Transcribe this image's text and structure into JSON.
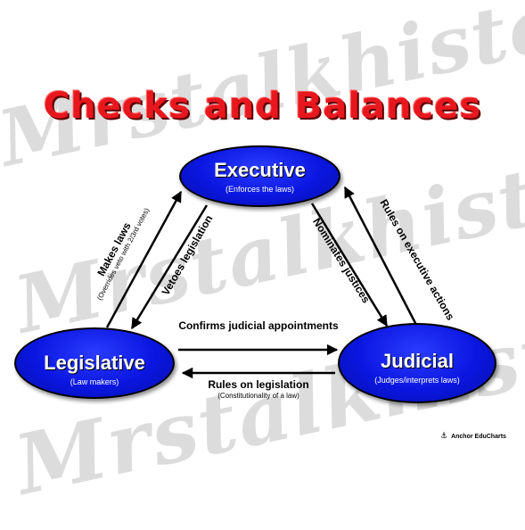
{
  "watermark": "Mrstalkhistory",
  "title": "Checks and Balances",
  "nodes": {
    "executive": {
      "name": "Executive",
      "sub": "(Enforces the laws)"
    },
    "legislative": {
      "name": "Legislative",
      "sub": "(Law makers)"
    },
    "judicial": {
      "name": "Judicial",
      "sub": "(Judges/interprets laws)"
    }
  },
  "edges": {
    "makes_laws": {
      "label": "Makes laws",
      "sub": "(Overrides veto with 2/3rd votes)"
    },
    "vetoes": {
      "label": "Vetoes legislation"
    },
    "nominates": {
      "label": "Nominates justices"
    },
    "rules_exec": {
      "label": "Rules on executive actions"
    },
    "confirms": {
      "label": "Confirms judicial appointments"
    },
    "rules_leg": {
      "label": "Rules on legislation",
      "sub": "(Constitutionality of a law)"
    }
  },
  "brand": {
    "icon": "anchor-icon",
    "text": "Anchor EduCharts"
  },
  "colors": {
    "title": "#e8171e",
    "node_fill": "#0a16e0",
    "arrow": "#000000"
  }
}
